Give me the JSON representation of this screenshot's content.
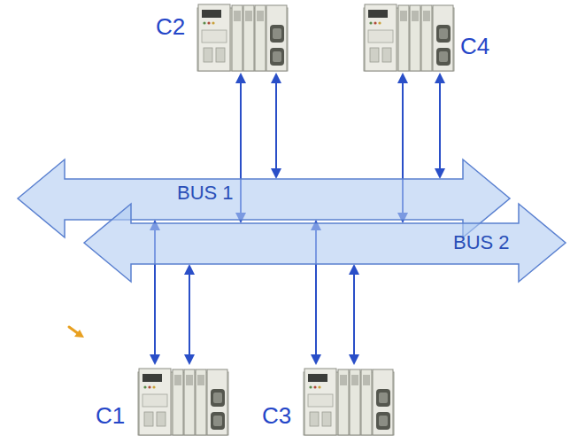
{
  "diagram": {
    "nodes": [
      {
        "text": [
          "C2"
        ]
      },
      {
        "text": [
          "C4"
        ]
      },
      {
        "text": [
          "BUS 1"
        ]
      },
      {
        "text": [
          "BUS 2"
        ]
      },
      {
        "text": [
          "C1"
        ]
      },
      {
        "text": [
          "C3"
        ]
      }
    ],
    "edges": [
      {
        "from": 0,
        "to": 2,
        "arrow": "both"
      },
      {
        "from": 0,
        "to": 3,
        "arrow": "both"
      },
      {
        "from": 1,
        "to": 2,
        "arrow": "both"
      },
      {
        "from": 1,
        "to": 3,
        "arrow": "both"
      },
      {
        "from": 4,
        "to": 2,
        "arrow": "both"
      },
      {
        "from": 4,
        "to": 3,
        "arrow": "both"
      },
      {
        "from": 5,
        "to": 2,
        "arrow": "both"
      },
      {
        "from": 5,
        "to": 3,
        "arrow": "both"
      }
    ]
  }
}
